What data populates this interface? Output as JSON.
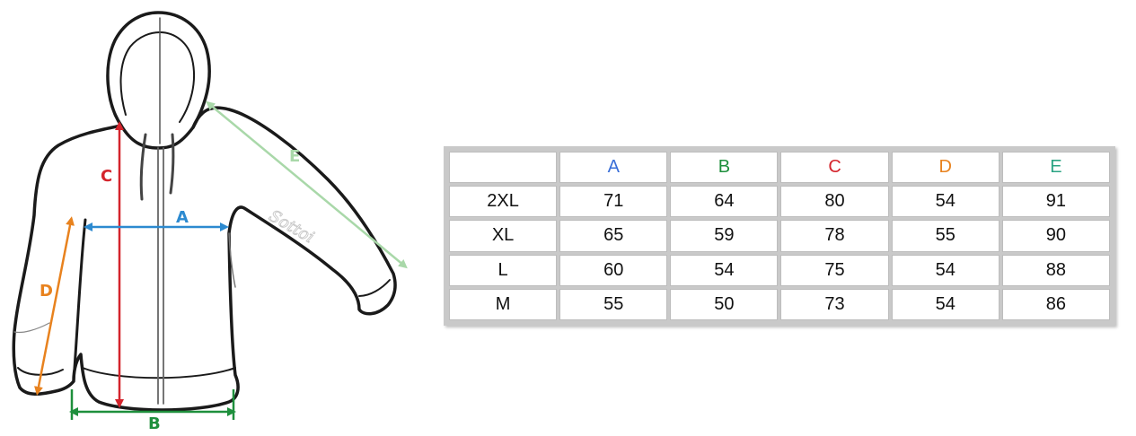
{
  "figure": {
    "labels": {
      "A": {
        "text": "A",
        "color": "#2c8ad0"
      },
      "B": {
        "text": "B",
        "color": "#1e8f3c"
      },
      "C": {
        "text": "C",
        "color": "#d4242c"
      },
      "D": {
        "text": "D",
        "color": "#e8821e"
      },
      "E": {
        "text": "E",
        "color": "#a9d8a9"
      }
    },
    "logo_text": "Sottoi",
    "arrow_colors": {
      "A": "#2c8ad0",
      "B": "#1e8f3c",
      "C": "#d4242c",
      "D": "#e8821e",
      "E": "#a9d8a9"
    }
  },
  "table": {
    "headers": [
      {
        "text": "",
        "color": "#111111"
      },
      {
        "text": "A",
        "color": "#3a6fd8"
      },
      {
        "text": "B",
        "color": "#1e8f3c"
      },
      {
        "text": "C",
        "color": "#d4242c"
      },
      {
        "text": "D",
        "color": "#e8821e"
      },
      {
        "text": "E",
        "color": "#2aa383"
      }
    ],
    "rows": [
      {
        "size": "2XL",
        "values": [
          "71",
          "64",
          "80",
          "54",
          "91"
        ]
      },
      {
        "size": "XL",
        "values": [
          "65",
          "59",
          "78",
          "55",
          "90"
        ]
      },
      {
        "size": "L",
        "values": [
          "60",
          "54",
          "75",
          "54",
          "88"
        ]
      },
      {
        "size": "M",
        "values": [
          "55",
          "50",
          "73",
          "54",
          "86"
        ]
      }
    ]
  }
}
